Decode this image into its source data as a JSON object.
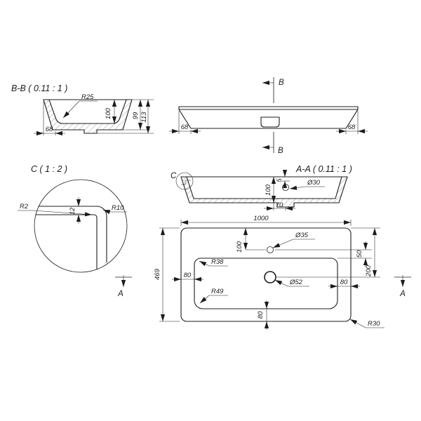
{
  "drawing": {
    "background": "#ffffff",
    "line_color": "#1c1c1c",
    "views": {
      "section_bb": {
        "title": "B-B ( 0.11 : 1 )",
        "dim_r25": "R25",
        "dim_100": "100",
        "dim_99": "99",
        "dim_113": "113",
        "dim_68": "68"
      },
      "front_view": {
        "cut_label_top": "B",
        "cut_label_bottom": "B",
        "dim_68_left": "68",
        "dim_68_right": "68"
      },
      "detail_c": {
        "title": "C ( 1 : 2 )",
        "dim_r2": "R2",
        "dim_12": "12",
        "dim_r10": "R10"
      },
      "section_aa": {
        "title": "A-A ( 0.11 : 1 )",
        "detail_label": "C",
        "dim_100": "100",
        "dim_5": "5",
        "dim_dia30": "Ø30",
        "dim_70": "70"
      },
      "plan_view": {
        "dim_1000": "1000",
        "dim_469": "469",
        "dim_dia35": "Ø35",
        "dim_100": "100",
        "dim_50": "50",
        "dim_200": "200",
        "dim_r38": "R38",
        "dim_80_left": "80",
        "dim_dia52": "Ø52",
        "dim_80_right": "80",
        "dim_r49": "R49",
        "dim_80_bottom": "80",
        "dim_r30": "R30",
        "cut_label_left": "A",
        "cut_label_right": "A"
      }
    }
  }
}
